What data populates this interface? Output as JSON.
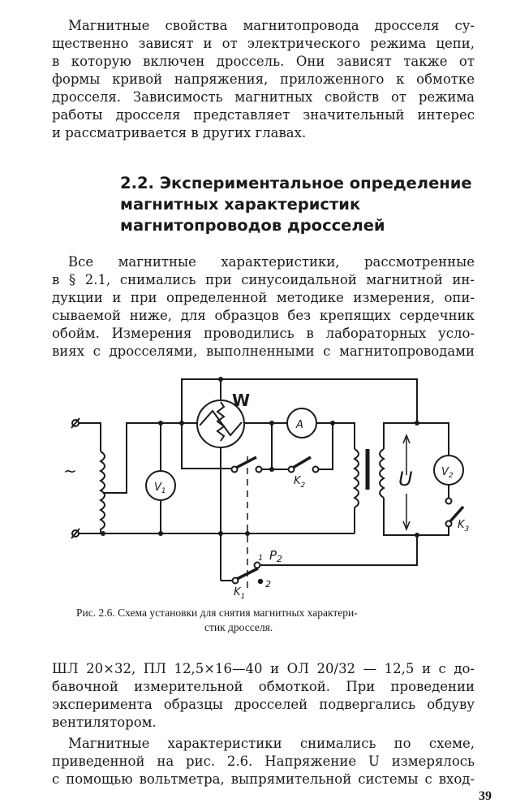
{
  "paragraph1": [
    "Магнитные свойства магнитопровода дросселя су-",
    "щественно зависят и от электрического режима цепи,",
    "в которую включен дроссель. Они зависят также от",
    "формы кривой напряжения, приложенного к обмотке",
    "дросселя. Зависимость магнитных свойств от режима",
    "работы дросселя представляет значительный интерес",
    "и рассматривается в других главах."
  ],
  "heading": [
    "2.2. Экспериментальное определение",
    "магнитных характеристик",
    "магнитопроводов дросселей"
  ],
  "paragraph2": [
    "Все магнитные характеристики, рассмотренные",
    "в § 2.1, снимались при синусоидальной магнитной ин-",
    "дукции и при определенной методике измерения, опи-",
    "сываемой ниже, для образцов без крепящих сердечник",
    "обойм. Измерения проводились в лабораторных усло-",
    "виях с дросселями, выполненными с магнитопроводами"
  ],
  "figure": {
    "labels": {
      "wattmeter": "W",
      "ammeter": "A",
      "voltmeter1": "V",
      "voltmeter1_sub": "1",
      "voltmeter2": "V",
      "voltmeter2_sub": "2",
      "switch_k1": "K",
      "switch_k1_sub": "1",
      "switch_k2": "K",
      "switch_k2_sub": "2",
      "switch_k3": "K",
      "switch_k3_sub": "3",
      "voltage_u": "U",
      "ac_source": "~",
      "p2": "P",
      "p2_sub": "2",
      "p2_pos1": "1",
      "p2_pos2": "2"
    },
    "caption": [
      "Рис. 2.6. Схема установки для снятия магнитных характери-",
      "стик дросселя."
    ]
  },
  "paragraph3": [
    "ШЛ 20×32, ПЛ 12,5×16—40 и ОЛ 20/32 — 12,5 и с до-",
    "бавочной измерительной обмоткой. При проведении",
    "эксперимента образцы дросселей подвергались обдуву",
    "вентилятором."
  ],
  "paragraph4": [
    "Магнитные характеристики снимались по схеме,",
    "приведенной на рис. 2.6. Напряжение U измерялось",
    "с помощью вольтметра, выпрямительной системы с вход-"
  ],
  "page_number": "39"
}
